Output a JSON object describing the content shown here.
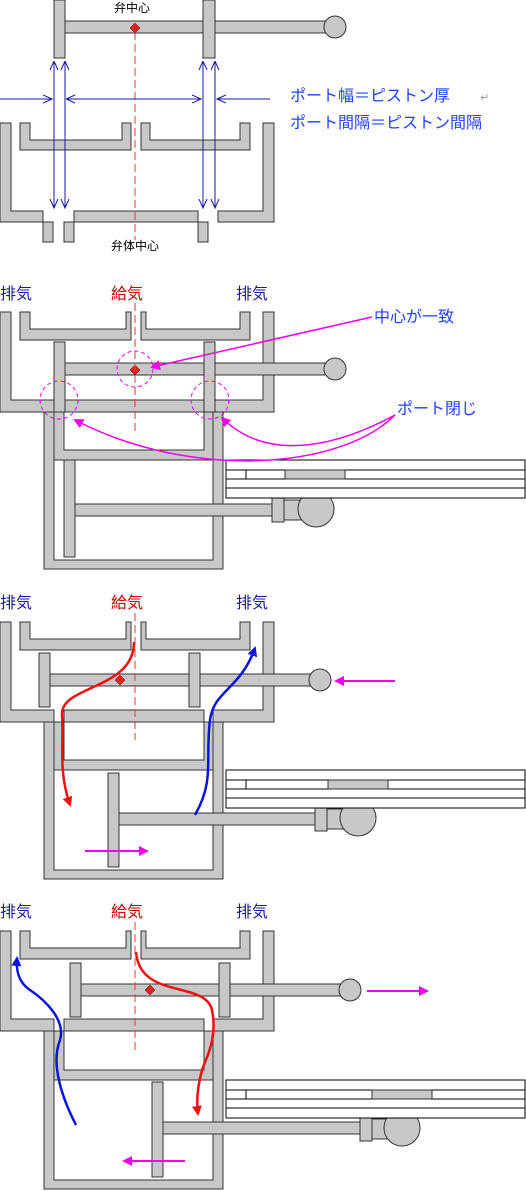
{
  "colors": {
    "label_blue": "#1a1aa0",
    "label_red": "#cc0000",
    "annotation": "#2040ff",
    "magenta": "#ee00ee",
    "flow_red": "#ee1111",
    "flow_blue": "#0a14dd",
    "center_line": "#ff3333",
    "dim_line": "#1a1aa0"
  },
  "panel1": {
    "valve_center": "弁中心",
    "body_center": "弁体中心",
    "note_line1": "ポート幅＝ピストン厚",
    "note_line2": "ポート間隔＝ピストン間隔",
    "return_mark": "↵"
  },
  "panel2": {
    "exhaust_left": "排気",
    "supply": "給気",
    "exhaust_right": "排気",
    "callout_center": "中心が一致",
    "callout_port": "ポート閉じ"
  },
  "panel3": {
    "exhaust_left": "排気",
    "supply": "給気",
    "exhaust_right": "排気"
  },
  "panel4": {
    "exhaust_left": "排気",
    "supply": "給気",
    "exhaust_right": "排気"
  },
  "icons": [
    "center-diamond-icon",
    "handle-knob-icon",
    "flywheel-icon",
    "arrow-icon"
  ]
}
